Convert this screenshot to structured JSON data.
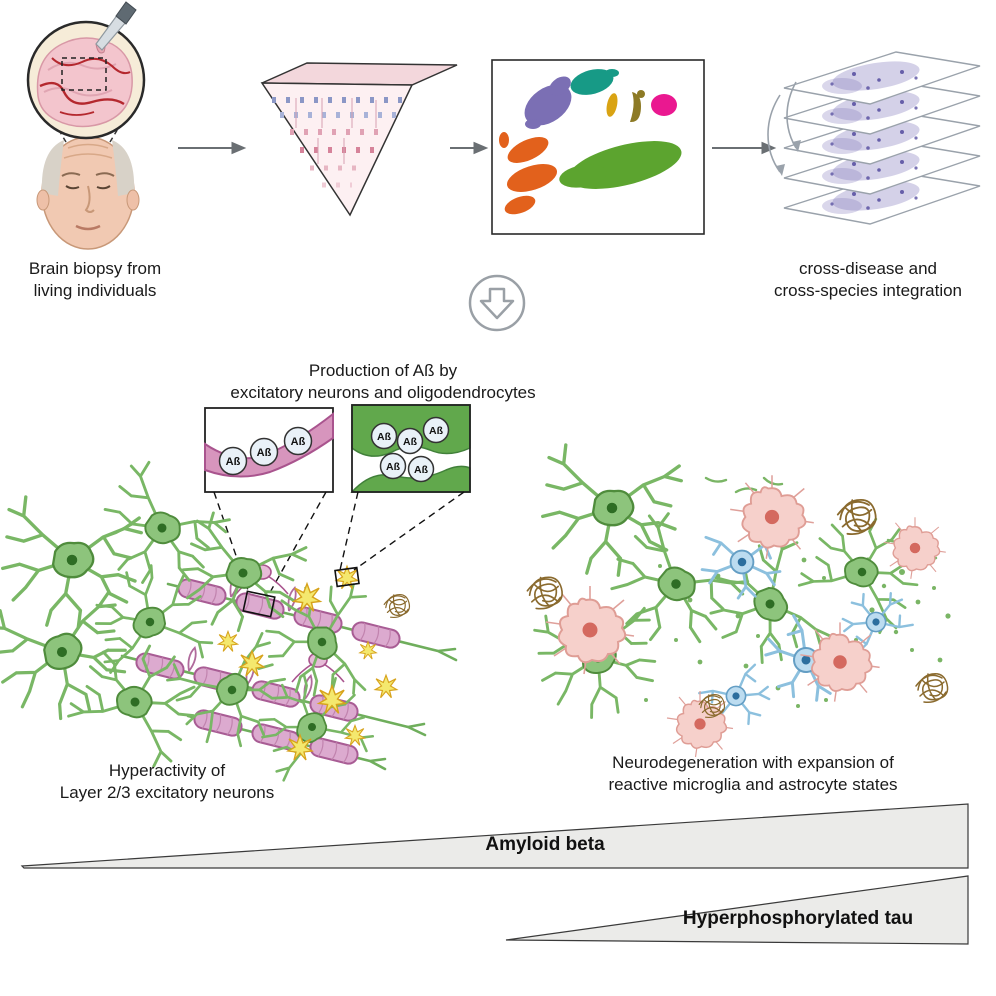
{
  "palette": {
    "neuron_green": "#79b765",
    "myelin_pink": "#dcaacf",
    "astrocyte_blue": "#8cc0de",
    "microglia_pink": "#f6d0cb",
    "tangle_brown": "#8a6a2e",
    "umap_purple": "#7b6fb4",
    "umap_teal": "#179a86",
    "umap_orange": "#e2611c",
    "umap_green": "#5ca42f",
    "umap_magenta": "#ea1890",
    "wedge_gray": "#ebebe9"
  },
  "workflow": {
    "biopsy_label_line1": "Brain biopsy from",
    "biopsy_label_line2": "living individuals",
    "integration_label_line1": "cross-disease and",
    "integration_label_line2": "cross-species integration"
  },
  "findings": {
    "production_line1": "Production of Aß by",
    "production_line2": "excitatory neurons and oligodendrocytes",
    "ab": "Aß",
    "hyperactivity_line1": "Hyperactivity of",
    "hyperactivity_line2": "Layer 2/3 excitatory neurons",
    "neurodegeneration_line1": "Neurodegeneration with expansion of",
    "neurodegeneration_line2": "reactive microglia and astrocyte states"
  },
  "gradients": {
    "amyloid_label": "Amyloid beta",
    "tau_label": "Hyperphosphorylated tau"
  }
}
